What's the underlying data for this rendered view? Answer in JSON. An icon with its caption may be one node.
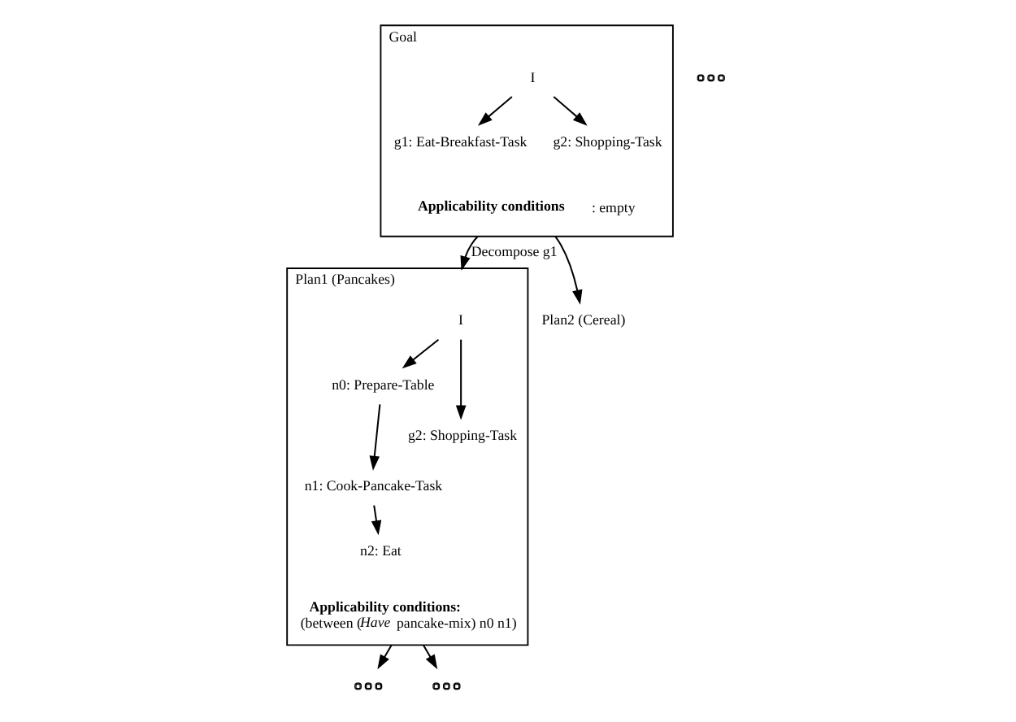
{
  "diagram": {
    "nodes": [
      {
        "text": [
          "Goal"
        ]
      },
      {
        "text": [
          "I"
        ],
        "in": 0
      },
      {
        "text": [
          "g1: Eat-Breakfast-Task"
        ],
        "in": 0
      },
      {
        "text": [
          "g2: Shopping-Task"
        ],
        "in": 0
      },
      {
        "text": [
          "**Applicability conditions**: empty"
        ],
        "in": 0
      },
      {
        "text": [
          "Plan1 (Pancakes)"
        ]
      },
      {
        "text": [
          "I"
        ],
        "in": 5
      },
      {
        "text": [
          "n0: Prepare-Table"
        ],
        "in": 5
      },
      {
        "text": [
          "n1: Cook-Pancake-Task"
        ],
        "in": 5
      },
      {
        "text": [
          "g2: Shopping-Task"
        ],
        "in": 5
      },
      {
        "text": [
          "n2: Eat"
        ],
        "in": 5
      },
      {
        "text": [
          "**Applicability conditions:**",
          "(between (*Have* pancake-mix) n0 n1)"
        ],
        "in": 5
      },
      {
        "text": [
          "Plan2 (Cereal)"
        ]
      },
      {
        "text": [],
        "shape": "dots"
      },
      {
        "text": [],
        "shape": "dots"
      },
      {
        "text": [],
        "shape": "dots"
      }
    ],
    "edges": [
      {
        "from": 1,
        "to": 2,
        "arrow": "to"
      },
      {
        "from": 1,
        "to": 3,
        "arrow": "to"
      },
      {
        "from": 0,
        "to": 5,
        "arrow": "to",
        "label": "Decompose g1"
      },
      {
        "from": 0,
        "to": 12,
        "arrow": "to"
      },
      {
        "from": 6,
        "to": 7,
        "arrow": "to"
      },
      {
        "from": 6,
        "to": 9,
        "arrow": "to"
      },
      {
        "from": 7,
        "to": 8,
        "arrow": "to"
      },
      {
        "from": 8,
        "to": 10,
        "arrow": "to"
      },
      {
        "from": 5,
        "to": 14,
        "arrow": "to"
      },
      {
        "from": 5,
        "to": 15,
        "arrow": "to"
      }
    ]
  }
}
